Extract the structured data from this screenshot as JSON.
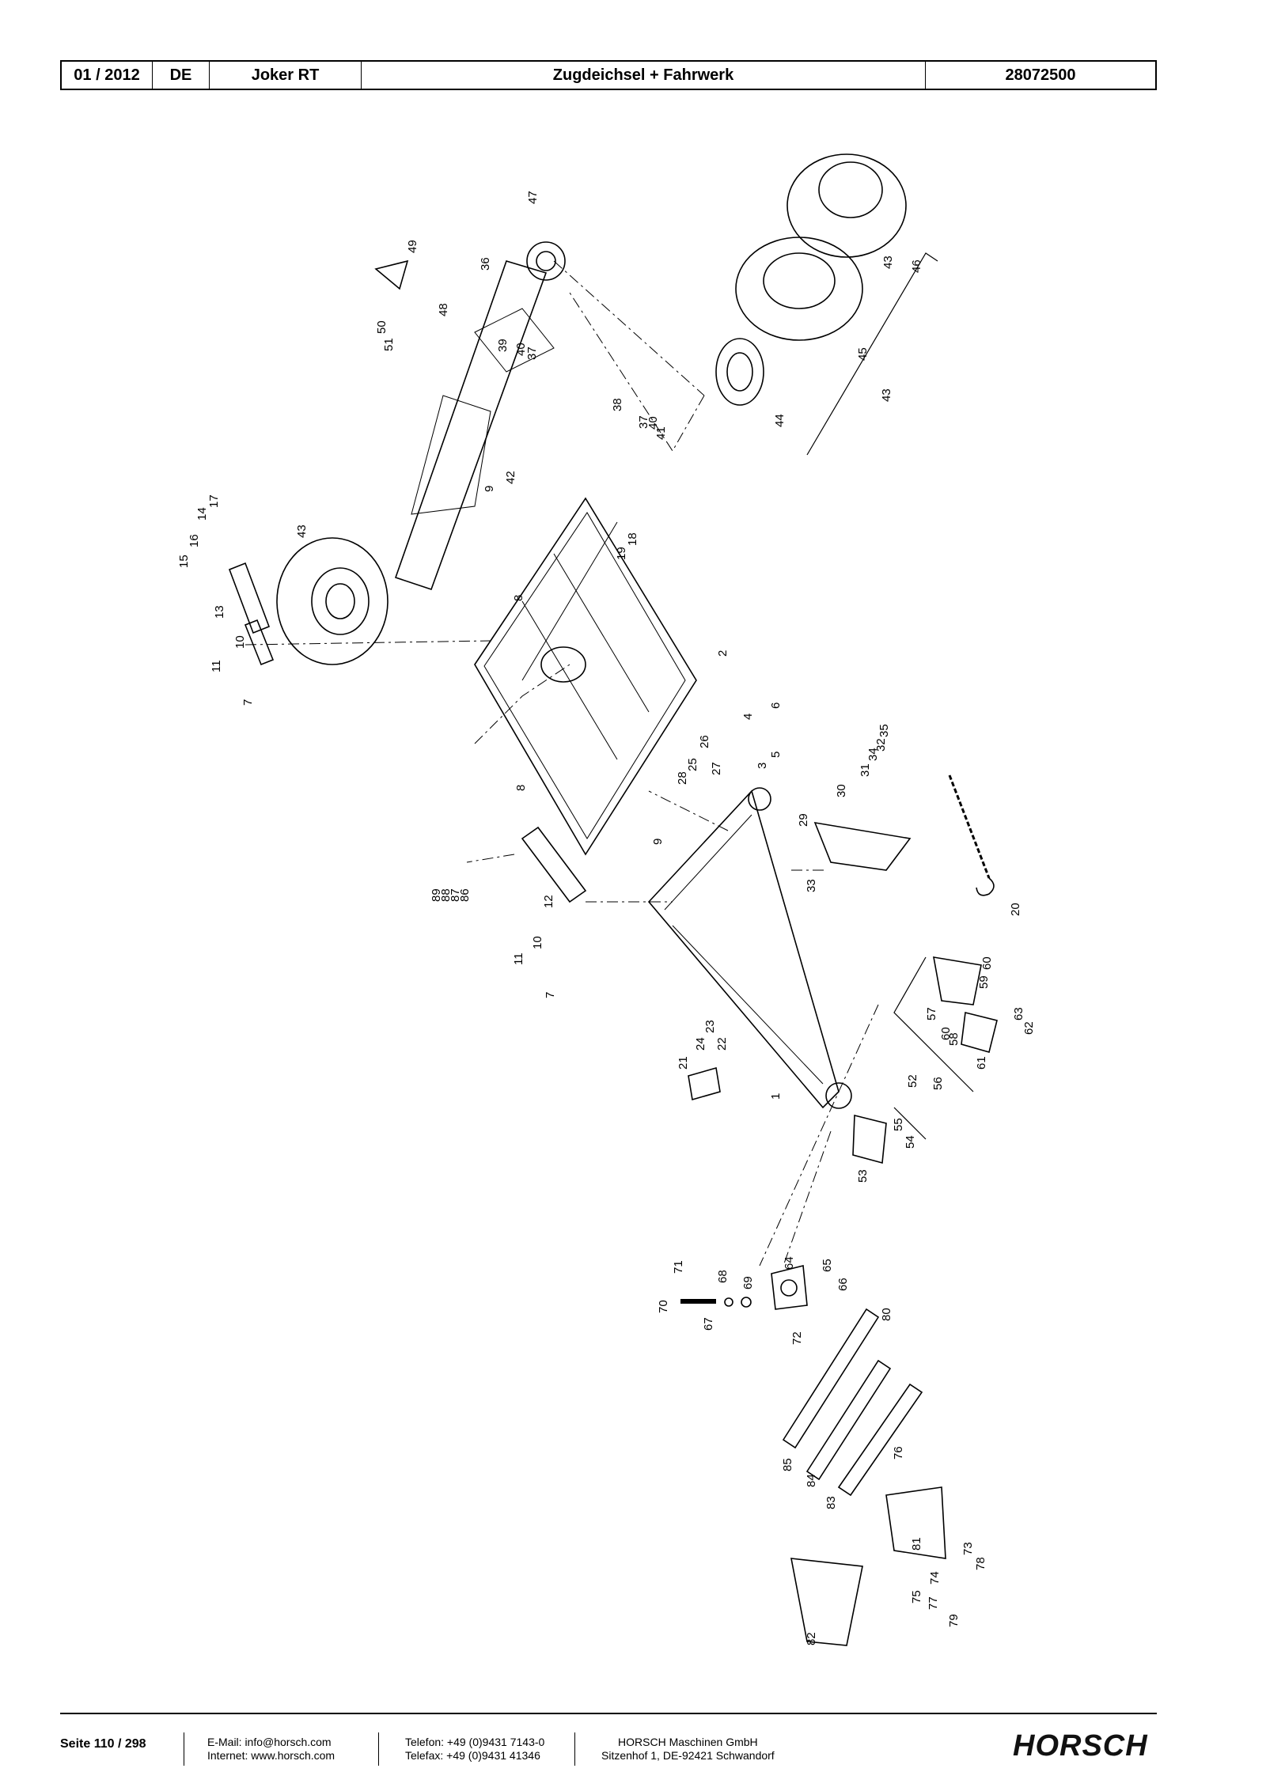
{
  "header": {
    "date": "01 / 2012",
    "language": "DE",
    "model": "Joker RT",
    "title": "Zugdeichsel + Fahrwerk",
    "part_number": "28072500"
  },
  "callouts": [
    "1",
    "2",
    "3",
    "4",
    "5",
    "6",
    "7",
    "7",
    "8",
    "8",
    "9",
    "9",
    "10",
    "10",
    "11",
    "11",
    "12",
    "13",
    "14",
    "15",
    "16",
    "17",
    "18",
    "19",
    "20",
    "21",
    "22",
    "23",
    "24",
    "25",
    "26",
    "27",
    "28",
    "29",
    "30",
    "31",
    "32",
    "33",
    "34",
    "35",
    "36",
    "37",
    "37",
    "38",
    "39",
    "40",
    "40",
    "41",
    "42",
    "43",
    "43",
    "43",
    "44",
    "45",
    "46",
    "47",
    "48",
    "49",
    "50",
    "51",
    "52",
    "53",
    "54",
    "55",
    "56",
    "57",
    "58",
    "59",
    "60",
    "60",
    "61",
    "62",
    "63",
    "64",
    "65",
    "66",
    "67",
    "68",
    "69",
    "70",
    "71",
    "72",
    "73",
    "74",
    "75",
    "76",
    "77",
    "78",
    "79",
    "80",
    "81",
    "82",
    "83",
    "84",
    "85",
    "86",
    "87",
    "88",
    "89"
  ],
  "footer": {
    "page": "Seite 110 / 298",
    "email": "E-Mail: info@horsch.com",
    "internet": "Internet: www.horsch.com",
    "phone": "Telefon: +49 (0)9431 7143-0",
    "fax": "Telefax: +49 (0)9431 41346",
    "company": "HORSCH Maschinen GmbH",
    "address": "Sitzenhof 1, DE-92421 Schwandorf",
    "logo": "HORSCH"
  }
}
